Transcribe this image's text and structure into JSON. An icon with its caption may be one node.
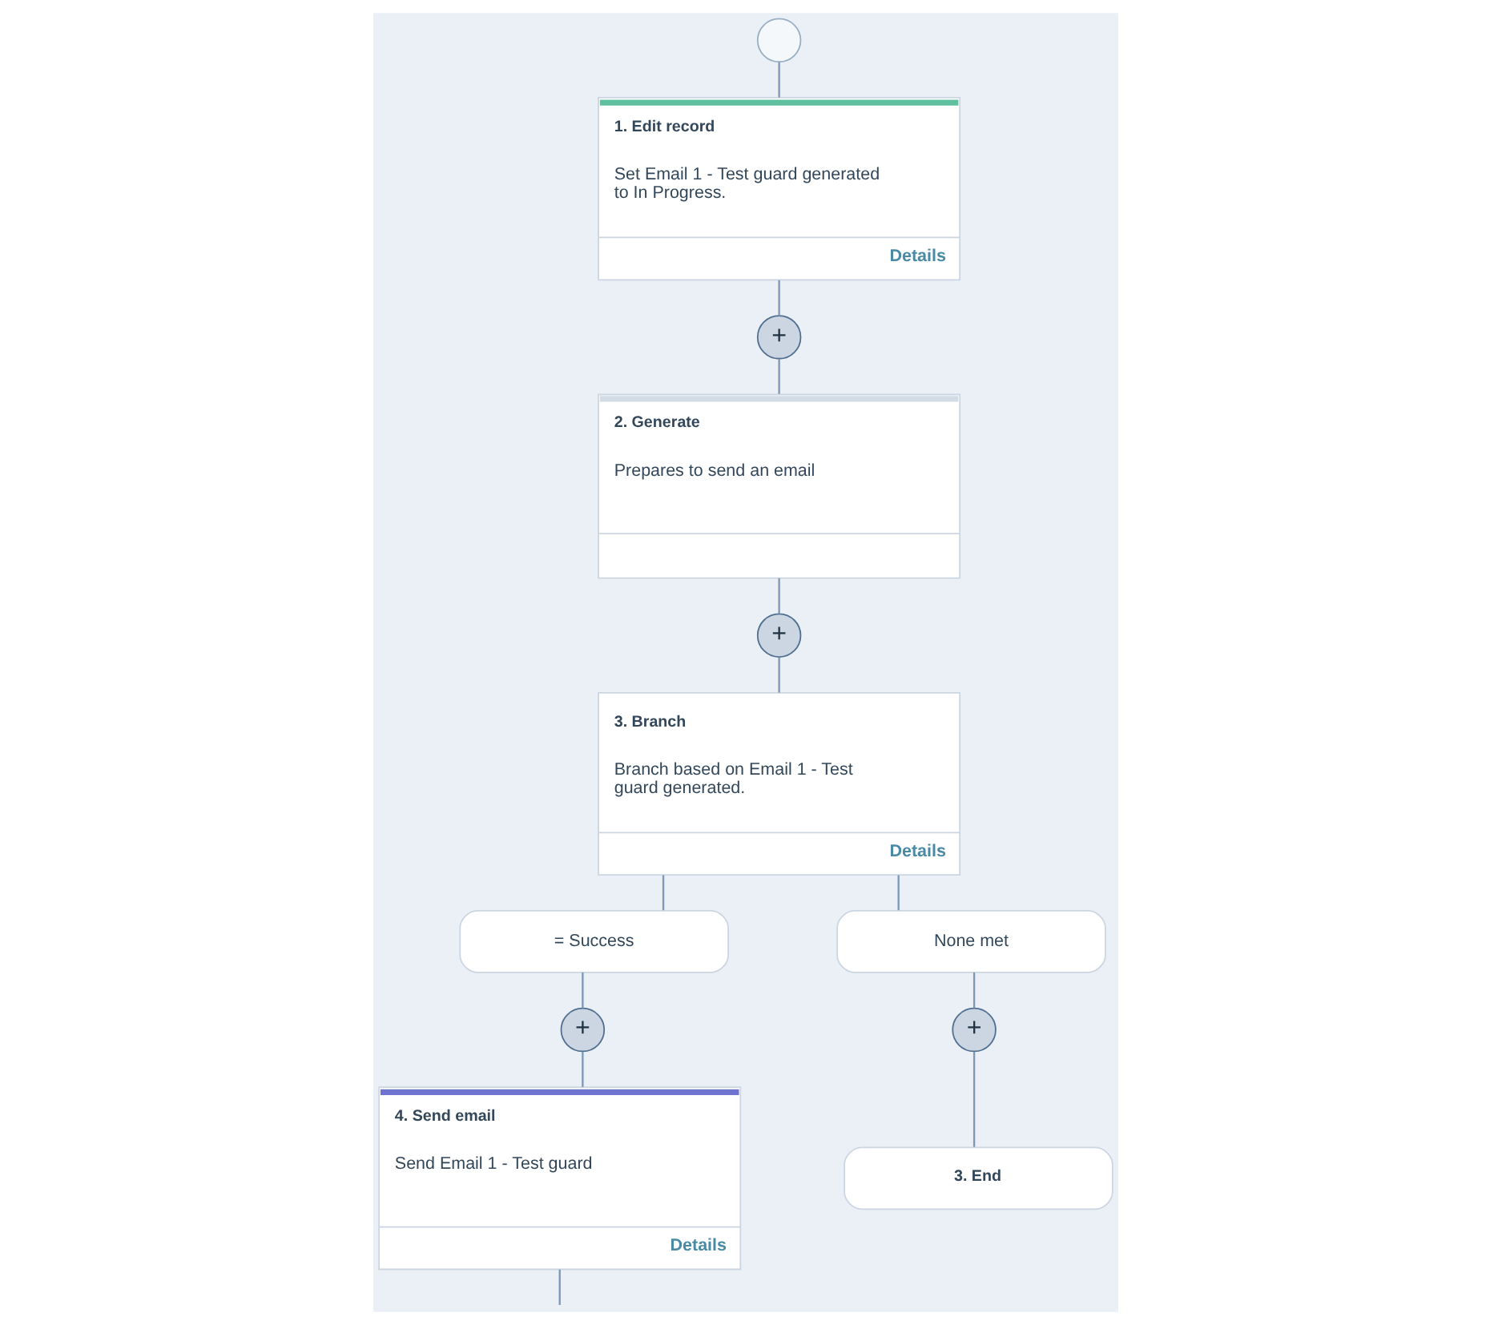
{
  "diagram": {
    "nodes": [
      {
        "text": [],
        "shape": "circle"
      },
      {
        "text": [
          "1. Edit record",
          "Set Email 1 - Test guard generated to In Progress.",
          "Details"
        ]
      },
      {
        "text": [
          "+"
        ]
      },
      {
        "text": [
          "2. Generate",
          "Prepares to send an email"
        ]
      },
      {
        "text": [
          "+"
        ]
      },
      {
        "text": [
          "3. Branch",
          "Branch based on Email 1 - Test guard generated.",
          "Details"
        ]
      },
      {
        "text": [
          "= Success"
        ]
      },
      {
        "text": [
          "None met"
        ]
      },
      {
        "text": [
          "+"
        ]
      },
      {
        "text": [
          "+"
        ]
      },
      {
        "text": [
          "4. Send email",
          "Send Email 1 - Test guard",
          "Details"
        ]
      },
      {
        "text": [
          "3. End"
        ]
      }
    ],
    "edges": [
      {
        "from": 0,
        "to": 1,
        "arrow": "none"
      },
      {
        "from": 1,
        "to": 2,
        "arrow": "none"
      },
      {
        "from": 2,
        "to": 3,
        "arrow": "none"
      },
      {
        "from": 3,
        "to": 4,
        "arrow": "none"
      },
      {
        "from": 4,
        "to": 5,
        "arrow": "none"
      },
      {
        "from": 5,
        "to": 6,
        "arrow": "none"
      },
      {
        "from": 5,
        "to": 7,
        "arrow": "none"
      },
      {
        "from": 6,
        "to": 8,
        "arrow": "none"
      },
      {
        "from": 7,
        "to": 9,
        "arrow": "none"
      },
      {
        "from": 8,
        "to": 10,
        "arrow": "none"
      },
      {
        "from": 9,
        "to": 11,
        "arrow": "none"
      },
      {
        "from": 10,
        "to": null,
        "arrow": "none"
      }
    ]
  }
}
